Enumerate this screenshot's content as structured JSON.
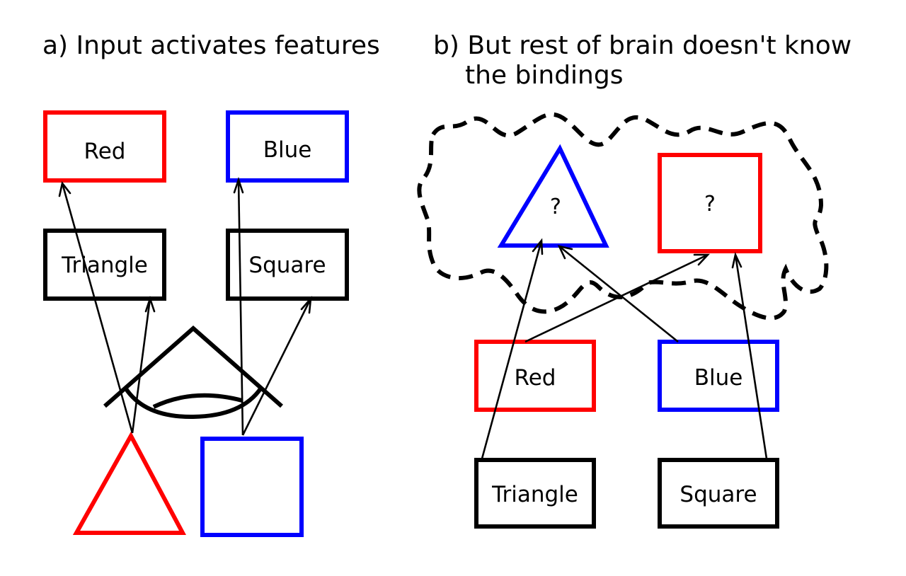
{
  "colors": {
    "red": "#ff0000",
    "blue": "#0000ff",
    "black": "#000000"
  },
  "panel_a": {
    "title": "a) Input activates features",
    "labels": {
      "red": "Red",
      "blue": "Blue",
      "triangle": "Triangle",
      "square": "Square"
    }
  },
  "panel_b": {
    "title_line1": "b) But rest of brain doesn't know",
    "title_line2": "the bindings",
    "unknown_mark": "?",
    "labels": {
      "red": "Red",
      "blue": "Blue",
      "triangle": "Triangle",
      "square": "Square"
    }
  }
}
